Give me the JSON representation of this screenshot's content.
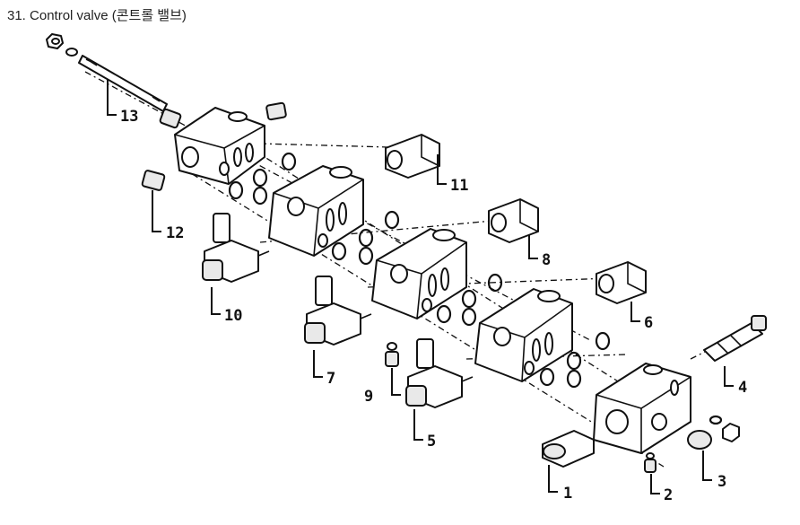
{
  "title": "31. Control valve (콘트롤 밸브)",
  "callouts": [
    "1",
    "2",
    "3",
    "4",
    "5",
    "6",
    "7",
    "8",
    "9",
    "10",
    "11",
    "12",
    "13"
  ]
}
